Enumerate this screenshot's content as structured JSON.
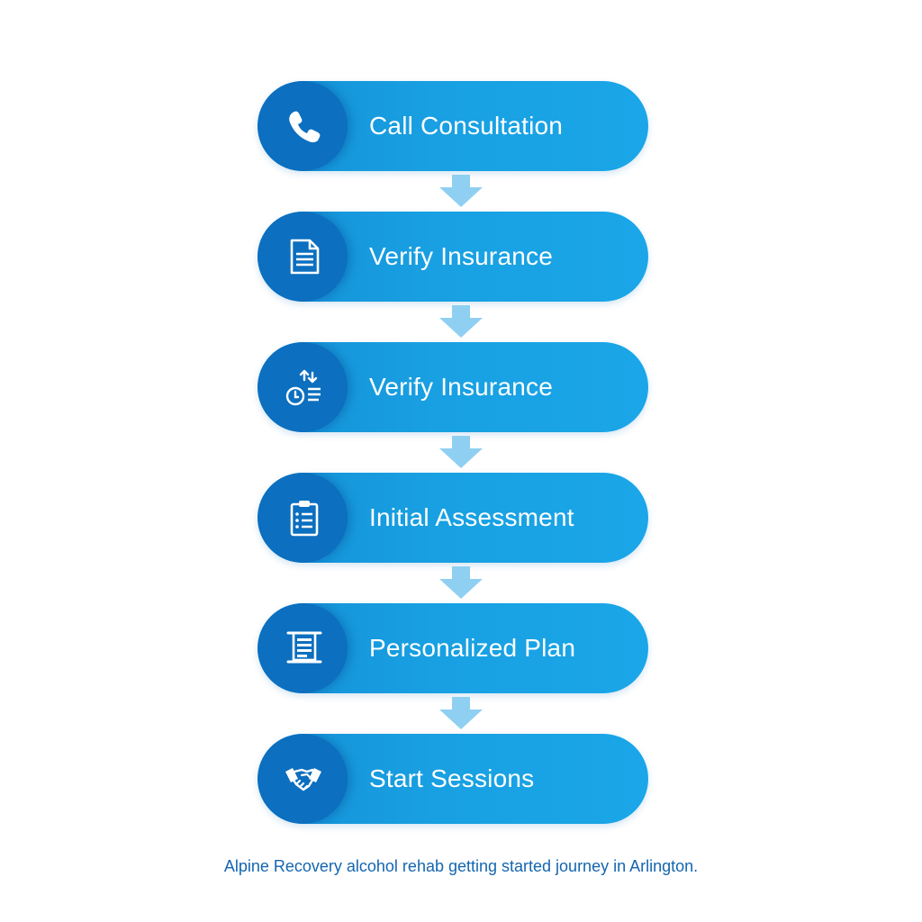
{
  "colors": {
    "pill": "#18a0e2",
    "icon_circle": "#0c6fbf",
    "arrow": "#8fd0f2",
    "caption": "#1466b0"
  },
  "steps": [
    {
      "label": "Call Consultation",
      "icon": "phone-icon"
    },
    {
      "label": "Verify Insurance",
      "icon": "document-icon"
    },
    {
      "label": "Verify Insurance",
      "icon": "transfer-clock-icon"
    },
    {
      "label": "Initial Assessment",
      "icon": "clipboard-icon"
    },
    {
      "label": "Personalized Plan",
      "icon": "plan-scroll-icon"
    },
    {
      "label": "Start Sessions",
      "icon": "handshake-icon"
    }
  ],
  "caption": "Alpine Recovery alcohol rehab getting started journey in Arlington."
}
